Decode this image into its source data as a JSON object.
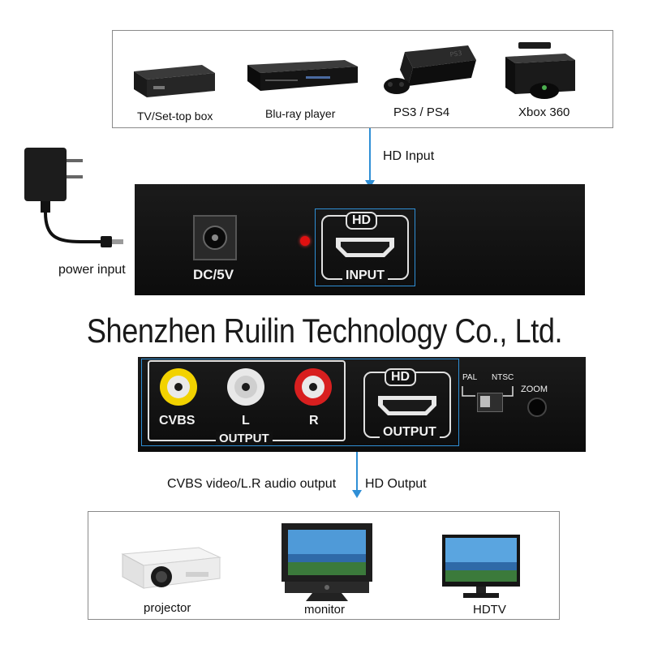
{
  "sources": {
    "items": [
      {
        "label": "TV/Set-top box",
        "icon": "settop-box-icon"
      },
      {
        "label": "Blu-ray player",
        "icon": "bluray-player-icon"
      },
      {
        "label": "PS3 / PS4",
        "icon": "ps3-console-icon"
      },
      {
        "label": "Xbox 360",
        "icon": "xbox-console-icon"
      }
    ]
  },
  "hd_input_label": "HD Input",
  "power_input_label": "power input",
  "input_panel": {
    "dc_label": "DC/5V",
    "hd_badge": "HD",
    "input_label": "INPUT"
  },
  "watermark": "Shenzhen Ruilin Technology Co., Ltd.",
  "output_panel": {
    "cvbs_label": "CVBS",
    "l_label": "L",
    "r_label": "R",
    "output_label_left": "OUTPUT",
    "hd_badge": "HD",
    "output_label_right": "OUTPUT",
    "pal_label": "PAL",
    "ntsc_label": "NTSC",
    "zoom_label": "ZOOM"
  },
  "outputs_caption": {
    "cvbs": "CVBS video/L.R audio output",
    "hd": "HD Output"
  },
  "destinations": {
    "items": [
      {
        "label": "projector",
        "icon": "projector-icon"
      },
      {
        "label": "monitor",
        "icon": "monitor-icon"
      },
      {
        "label": "HDTV",
        "icon": "hdtv-icon"
      }
    ]
  },
  "colors": {
    "accent_blue": "#2f8fd6",
    "panel_black": "#111111",
    "rca_yellow": "#f2d200",
    "rca_white": "#e8e8e8",
    "rca_red": "#d81f1f",
    "led_red": "#e01010"
  }
}
